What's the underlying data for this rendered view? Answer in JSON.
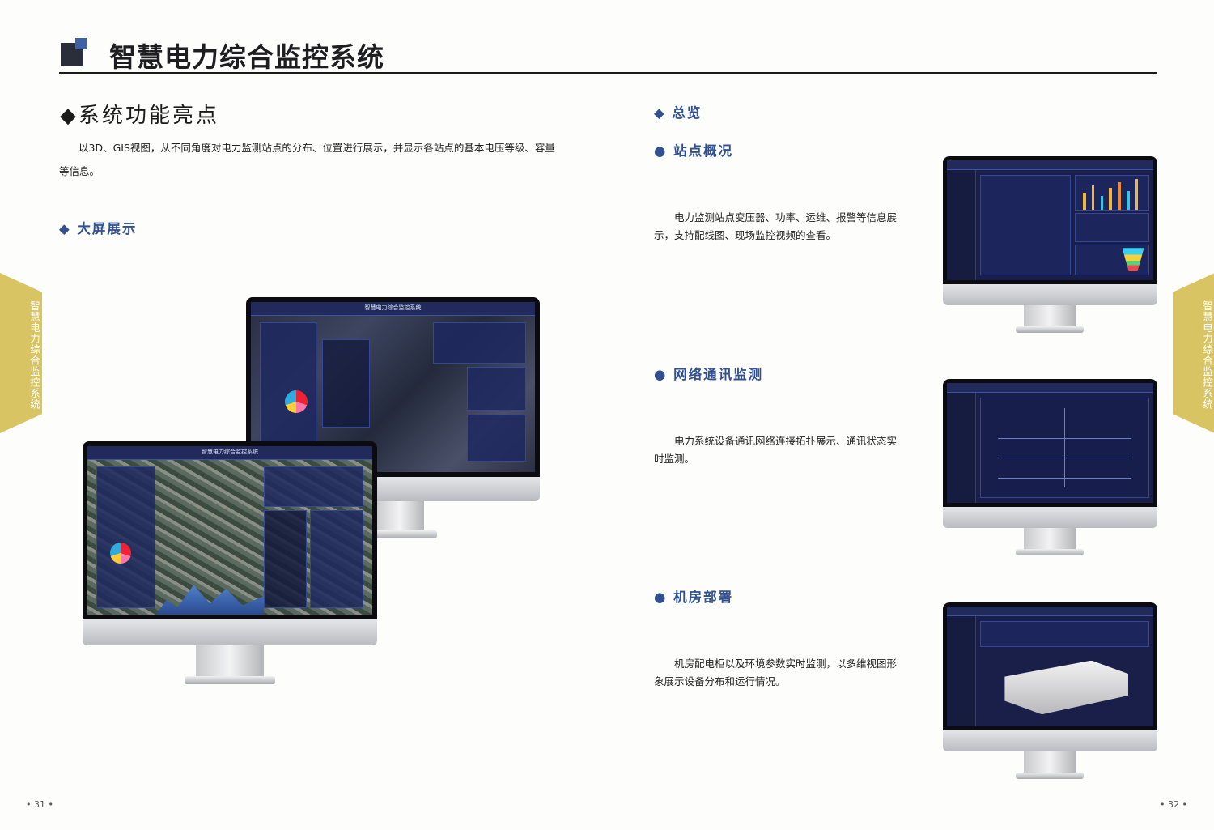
{
  "header": {
    "title": "智慧电力综合监控系统"
  },
  "left": {
    "section_title": "◆系统功能亮点",
    "intro": "以3D、GIS视图，从不同角度对电力监测站点的分布、位置进行展示，并显示各站点的基本电压等级、容量等信息。",
    "big_screen": "◆ 大屏展示",
    "screen_title": "智慧电力综合监控系统"
  },
  "right": {
    "overview": "◆ 总览",
    "sections": [
      {
        "title": "● 站点概况",
        "text": "电力监测站点变压器、功率、运维、报警等信息展示，支持配线图、现场监控视频的查看。"
      },
      {
        "title": "● 网络通讯监测",
        "text": "电力系统设备通讯网络连接拓扑展示、通讯状态实时监测。"
      },
      {
        "title": "● 机房部署",
        "text": "机房配电柜以及环境参数实时监测，以多维视图形象展示设备分布和运行情况。"
      }
    ]
  },
  "side_tab": "智慧电力综合监控系统",
  "pages": {
    "left": "• 31 •",
    "right": "• 32 •"
  },
  "colors": {
    "accent": "#30508f",
    "tab": "#d8c462",
    "screen": "#1a1f4a"
  }
}
